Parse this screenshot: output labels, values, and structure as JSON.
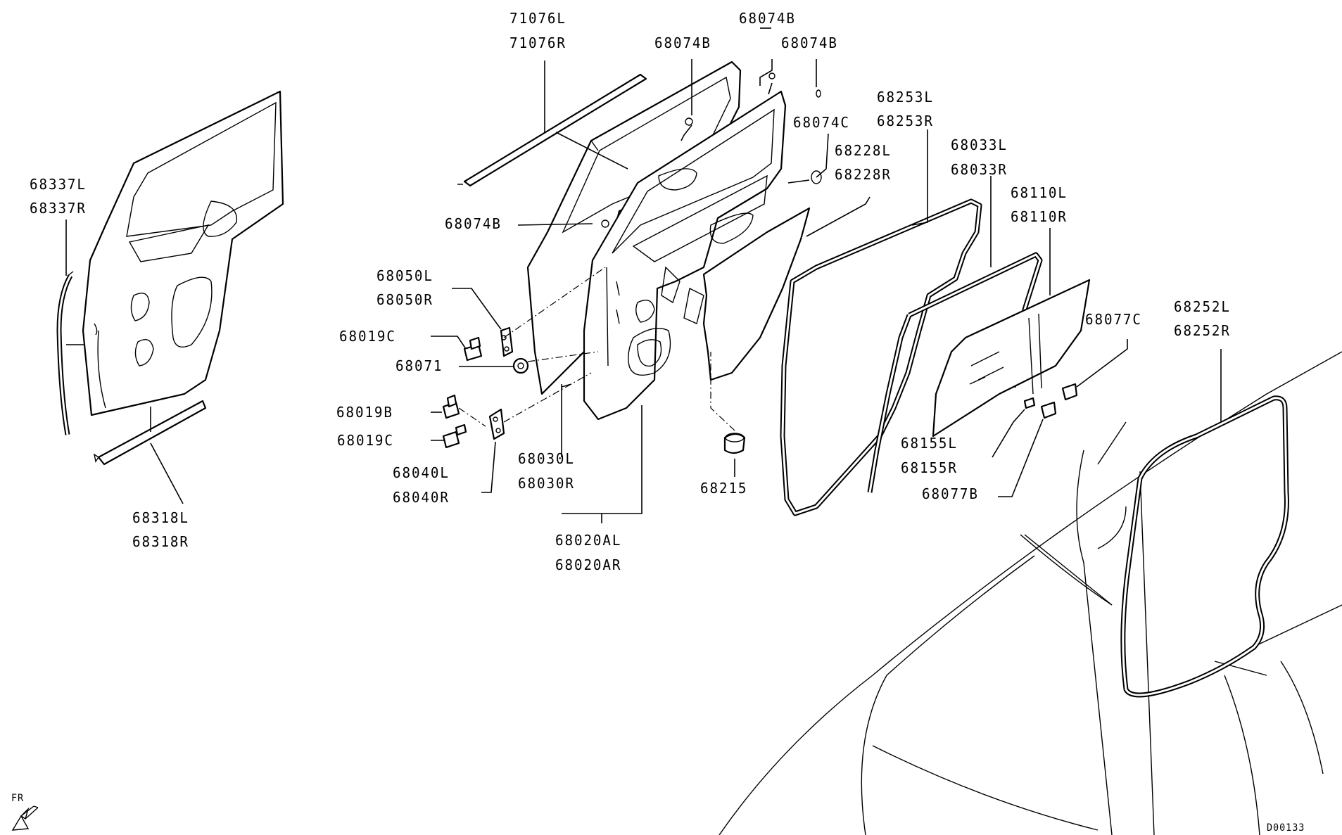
{
  "labels": {
    "p71076L": "71076L",
    "p71076R": "71076R",
    "p68074B_top1": "68074B",
    "p68074B_top2": "68074B",
    "p68074B_top3": "68074B",
    "p68074B_mid": "68074B",
    "p68074C": "68074C",
    "p68253L": "68253L",
    "p68253R": "68253R",
    "p68228L": "68228L",
    "p68228R": "68228R",
    "p68033L": "68033L",
    "p68033R": "68033R",
    "p68110L": "68110L",
    "p68110R": "68110R",
    "p68337L": "68337L",
    "p68337R": "68337R",
    "p68050L": "68050L",
    "p68050R": "68050R",
    "p68019C_a": "68019C",
    "p68071": "68071",
    "p68019B": "68019B",
    "p68019C_b": "68019C",
    "p68040L": "68040L",
    "p68040R": "68040R",
    "p68030L": "68030L",
    "p68030R": "68030R",
    "p68020AL": "68020AL",
    "p68020AR": "68020AR",
    "p68215": "68215",
    "p68077C": "68077C",
    "p68155L": "68155L",
    "p68155R": "68155R",
    "p68077B": "68077B",
    "p68252L": "68252L",
    "p68252R": "68252R",
    "p68318L": "68318L",
    "p68318R": "68318R",
    "fr": "FR",
    "code": "D00133"
  },
  "icons": [
    "front-direction-arrow-icon"
  ]
}
